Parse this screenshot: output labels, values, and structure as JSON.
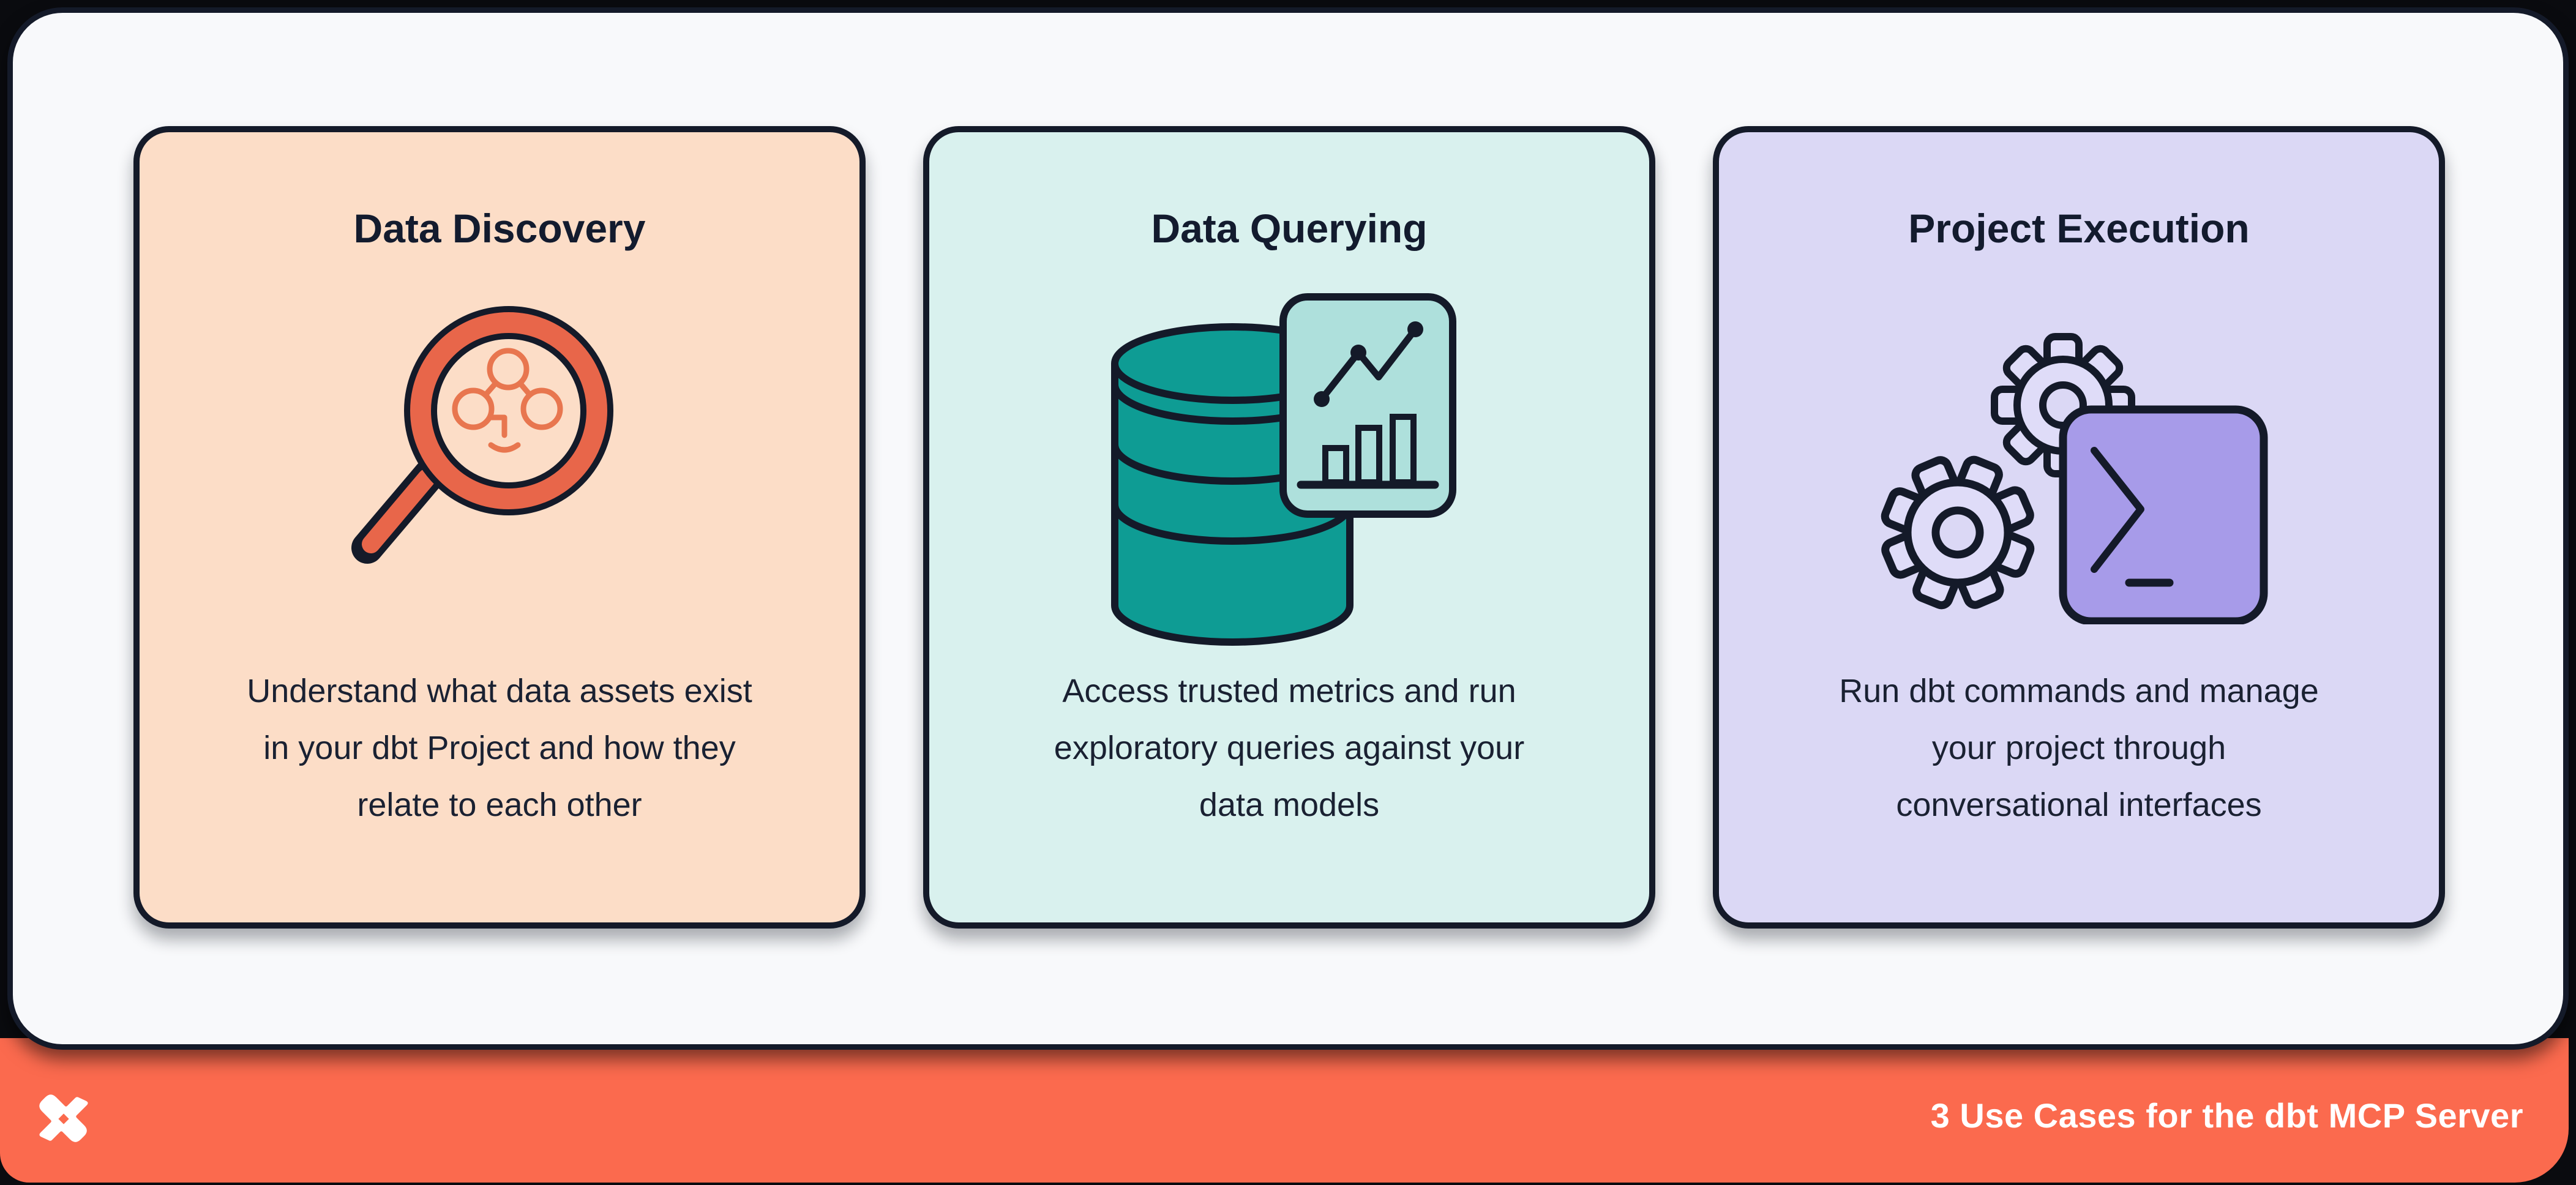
{
  "page": {
    "background_color": "#0a0b0f",
    "outline_color": "#141a29",
    "panel_color": "#f8f9fb"
  },
  "cards": [
    {
      "title": "Data Discovery",
      "desc_lines": [
        "Understand what data assets exist",
        "in your dbt Project and how they",
        "relate to each other"
      ],
      "bg_color": "#fcddc7",
      "accent_color": "#e8664a",
      "icon": "magnifier-lineage-icon"
    },
    {
      "title": "Data Querying",
      "desc_lines": [
        "Access trusted metrics and run",
        "exploratory queries against your",
        "data models"
      ],
      "bg_color": "#d9f1ee",
      "accent_color": "#0e9c94",
      "icon": "database-chart-icon"
    },
    {
      "title": "Project Execution",
      "desc_lines": [
        "Run dbt commands and manage",
        "your project through",
        "conversational interfaces"
      ],
      "bg_color": "#dbd8f5",
      "accent_color": "#a79be9",
      "icon": "gears-terminal-icon"
    }
  ],
  "footer": {
    "bg_color": "#fb6a4e",
    "text_color": "#ffffff",
    "logo": "dbt-logo",
    "title": "3 Use Cases for the dbt MCP Server"
  }
}
